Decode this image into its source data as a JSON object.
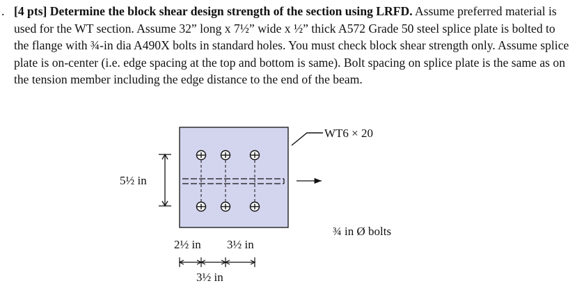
{
  "problem": {
    "bullet": ".",
    "points_lead": "[4 pts] Determine the block shear design strength of the section using LRFD.",
    "body": " Assume preferred material is used for the WT section. Assume 32” long x 7½” wide x ½” thick A572 Grade 50 steel splice plate is bolted to the flange with ¾-in dia A490X bolts in standard holes. You must check block shear strength only. Assume splice plate is on-center (i.e. edge spacing at the top and bottom is same). Bolt spacing on splice plate is the same as on the tension member including the edge distance to the end of the beam."
  },
  "figure": {
    "section_label": "WT6 × 20",
    "vertical_spacing": "5½ in",
    "bolt_label": "¾ in Ø bolts",
    "edge_distance": "2½ in",
    "bolt_pitch_top": "3½ in",
    "bolt_pitch_bottom": "3½ in",
    "colors": {
      "plate_fill": "#d3d4ee",
      "stroke": "#111111"
    }
  }
}
